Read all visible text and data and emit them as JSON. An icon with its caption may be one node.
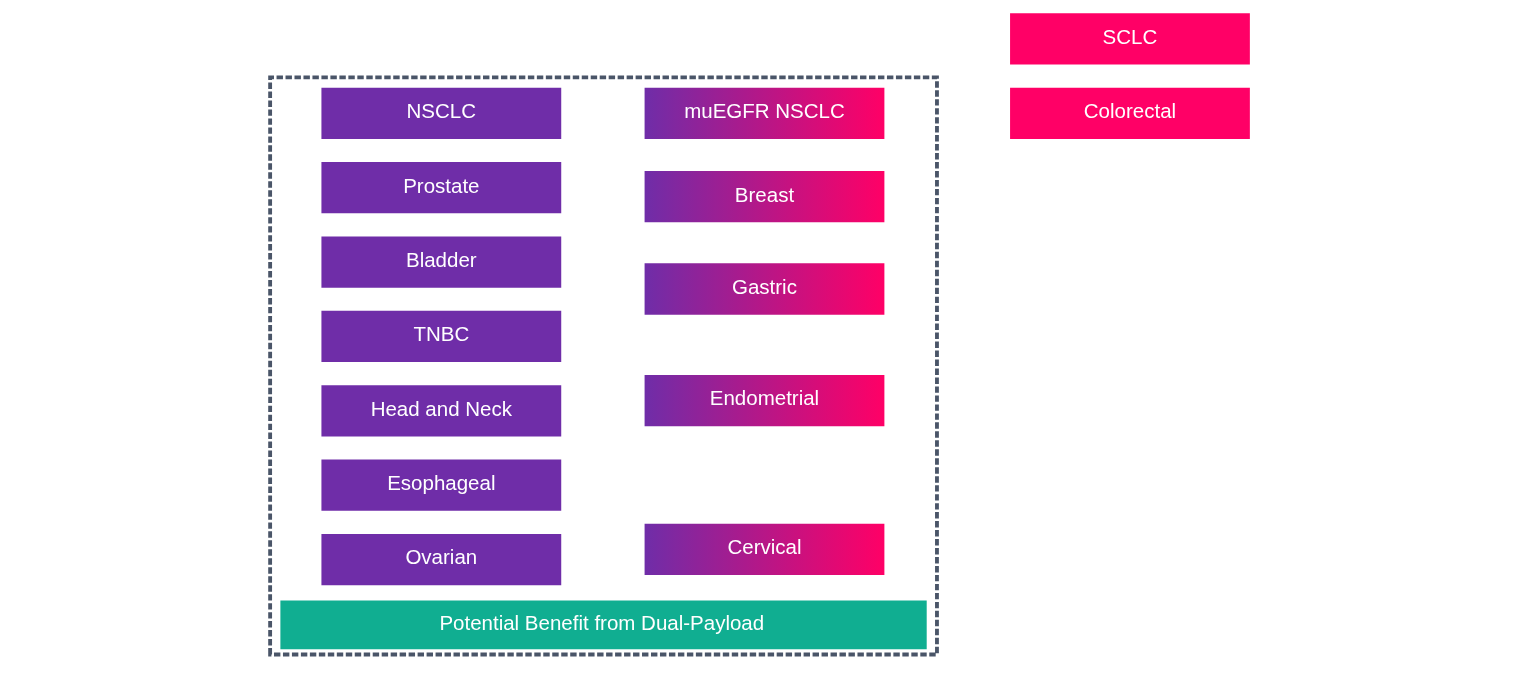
{
  "diagram": {
    "nodes": [
      {
        "text": [
          "Potential Benefit from Dual-Payload"
        ]
      },
      {
        "text": [
          "NSCLC"
        ],
        "in": 0
      },
      {
        "text": [
          "Prostate"
        ],
        "in": 0
      },
      {
        "text": [
          "Bladder"
        ],
        "in": 0
      },
      {
        "text": [
          "TNBC"
        ],
        "in": 0
      },
      {
        "text": [
          "Head and Neck"
        ],
        "in": 0
      },
      {
        "text": [
          "Esophageal"
        ],
        "in": 0
      },
      {
        "text": [
          "Ovarian"
        ],
        "in": 0
      },
      {
        "text": [
          "muEGFR NSCLC"
        ],
        "in": 0
      },
      {
        "text": [
          "Breast"
        ],
        "in": 0
      },
      {
        "text": [
          "Gastric"
        ],
        "in": 0
      },
      {
        "text": [
          "Endometrial"
        ],
        "in": 0
      },
      {
        "text": [
          "Cervical"
        ],
        "in": 0
      },
      {
        "text": [
          "Colorectal"
        ]
      },
      {
        "text": [
          "SCLC"
        ]
      }
    ]
  }
}
